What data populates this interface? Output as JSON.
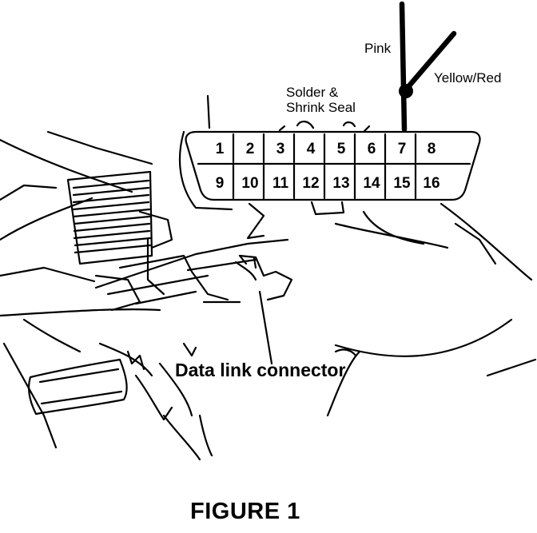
{
  "figure": {
    "caption": "FIGURE 1",
    "callouts": {
      "pink": "Pink",
      "yellow_red": "Yellow/Red",
      "solder_line1": "Solder &",
      "solder_line2": "Shrink Seal",
      "data_link_connector": "Data link connector"
    },
    "connector": {
      "top_row_pins": [
        "1",
        "2",
        "3",
        "4",
        "5",
        "6",
        "7",
        "8"
      ],
      "bottom_row_pins": [
        "9",
        "10",
        "11",
        "12",
        "13",
        "14",
        "15",
        "16"
      ]
    }
  }
}
